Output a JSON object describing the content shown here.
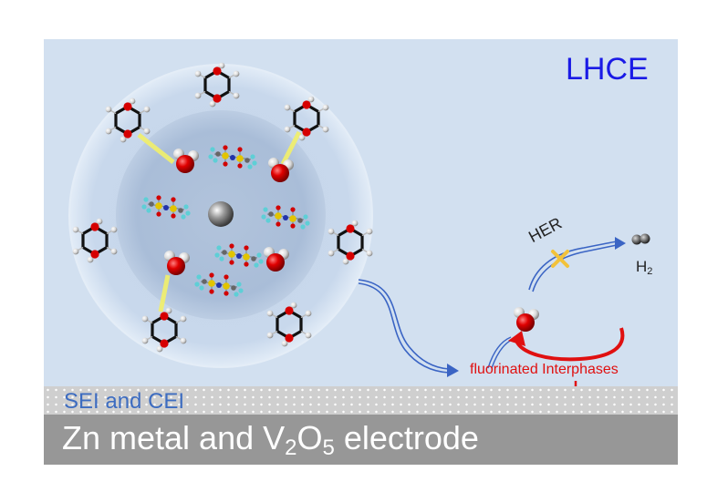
{
  "title": "LHCE",
  "labels": {
    "sei": "SEI and CEI",
    "electrode_prefix": "Zn metal and V",
    "electrode_sub1": "2",
    "electrode_mid": "O",
    "electrode_sub2": "5",
    "electrode_suffix": " electrode",
    "interphase": "fluorinated Interphases",
    "her": "HER",
    "h2_main": "H",
    "h2_sub": "2"
  },
  "colors": {
    "title": "#1a1ae6",
    "panel": "#d2e0f0",
    "arrow_blue": "#3a64c4",
    "arrow_red": "#e01010",
    "oxygen": "#d40000",
    "carbon": "#1a1a1a",
    "block_cross": "#f2c23a"
  },
  "icons": [
    "zn-ion-icon",
    "water-molecule-icon",
    "dioxane-molecule-icon",
    "salt-anion-icon",
    "h2-molecule-icon",
    "cross-mark-icon"
  ]
}
